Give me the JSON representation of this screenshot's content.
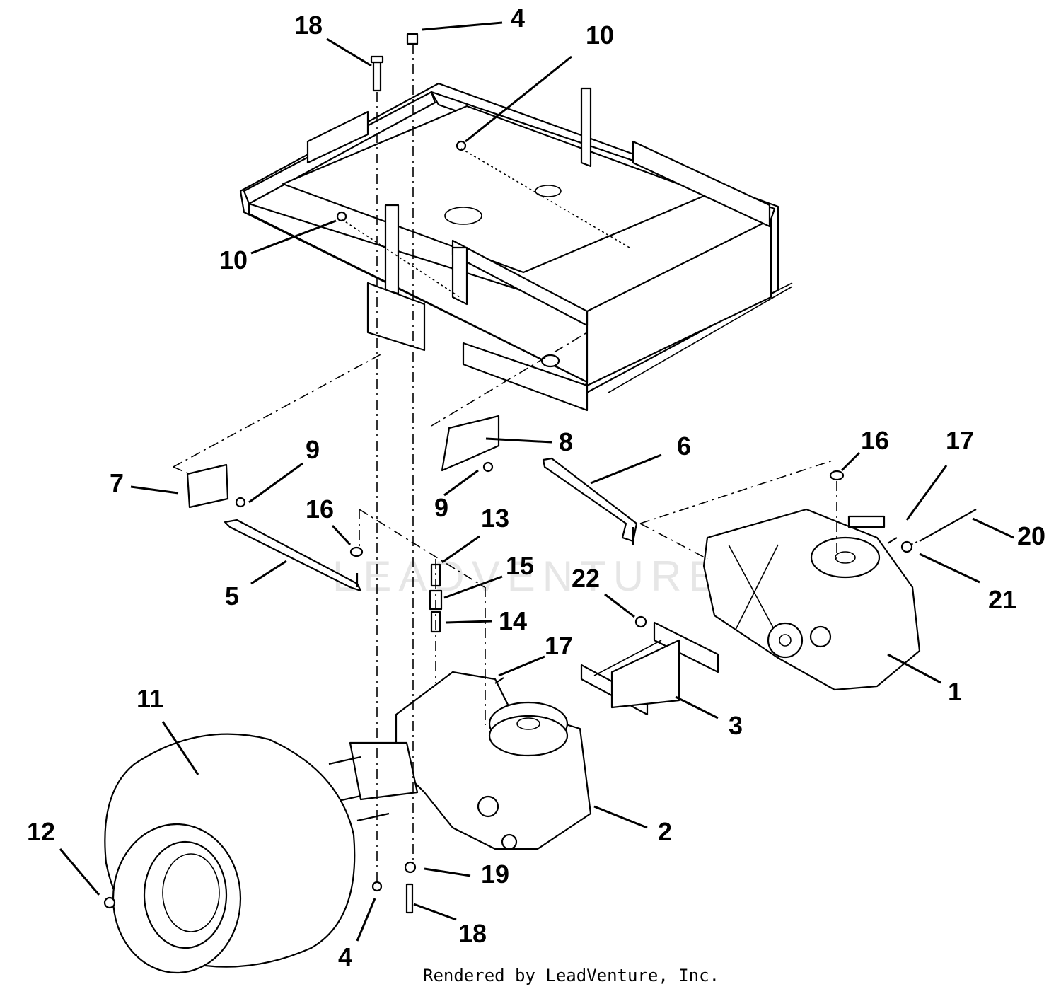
{
  "watermark": {
    "text": "LEADVENTURE"
  },
  "credit": {
    "text": "Rendered by LeadVenture, Inc."
  },
  "callouts": [
    {
      "label": "1",
      "name": "callout-1-rh-transaxle"
    },
    {
      "label": "2",
      "name": "callout-2-lh-transaxle"
    },
    {
      "label": "3",
      "name": "callout-3-bracket"
    },
    {
      "label": "4",
      "name": "callout-4-top-nut"
    },
    {
      "label": "4",
      "name": "callout-4-bottom-nut"
    },
    {
      "label": "5",
      "name": "callout-5-rod-left"
    },
    {
      "label": "6",
      "name": "callout-6-rod-right"
    },
    {
      "label": "7",
      "name": "callout-7-plate-left"
    },
    {
      "label": "8",
      "name": "callout-8-plate-right"
    },
    {
      "label": "9",
      "name": "callout-9-bolt-left"
    },
    {
      "label": "9",
      "name": "callout-9-bolt-right"
    },
    {
      "label": "10",
      "name": "callout-10-upper-nut"
    },
    {
      "label": "10",
      "name": "callout-10-lower-nut"
    },
    {
      "label": "11",
      "name": "callout-11-tire"
    },
    {
      "label": "12",
      "name": "callout-12-lug-nut"
    },
    {
      "label": "13",
      "name": "callout-13-fitting"
    },
    {
      "label": "14",
      "name": "callout-14-fitting"
    },
    {
      "label": "15",
      "name": "callout-15-spacer"
    },
    {
      "label": "16",
      "name": "callout-16-washer-left"
    },
    {
      "label": "16",
      "name": "callout-16-washer-right"
    },
    {
      "label": "17",
      "name": "callout-17-pin-right"
    },
    {
      "label": "17",
      "name": "callout-17-pin-left"
    },
    {
      "label": "18",
      "name": "callout-18-top-bolt"
    },
    {
      "label": "18",
      "name": "callout-18-bottom-bolt"
    },
    {
      "label": "19",
      "name": "callout-19-washer"
    },
    {
      "label": "20",
      "name": "callout-20-bolt"
    },
    {
      "label": "21",
      "name": "callout-21-washer"
    },
    {
      "label": "22",
      "name": "callout-22-nut"
    }
  ]
}
